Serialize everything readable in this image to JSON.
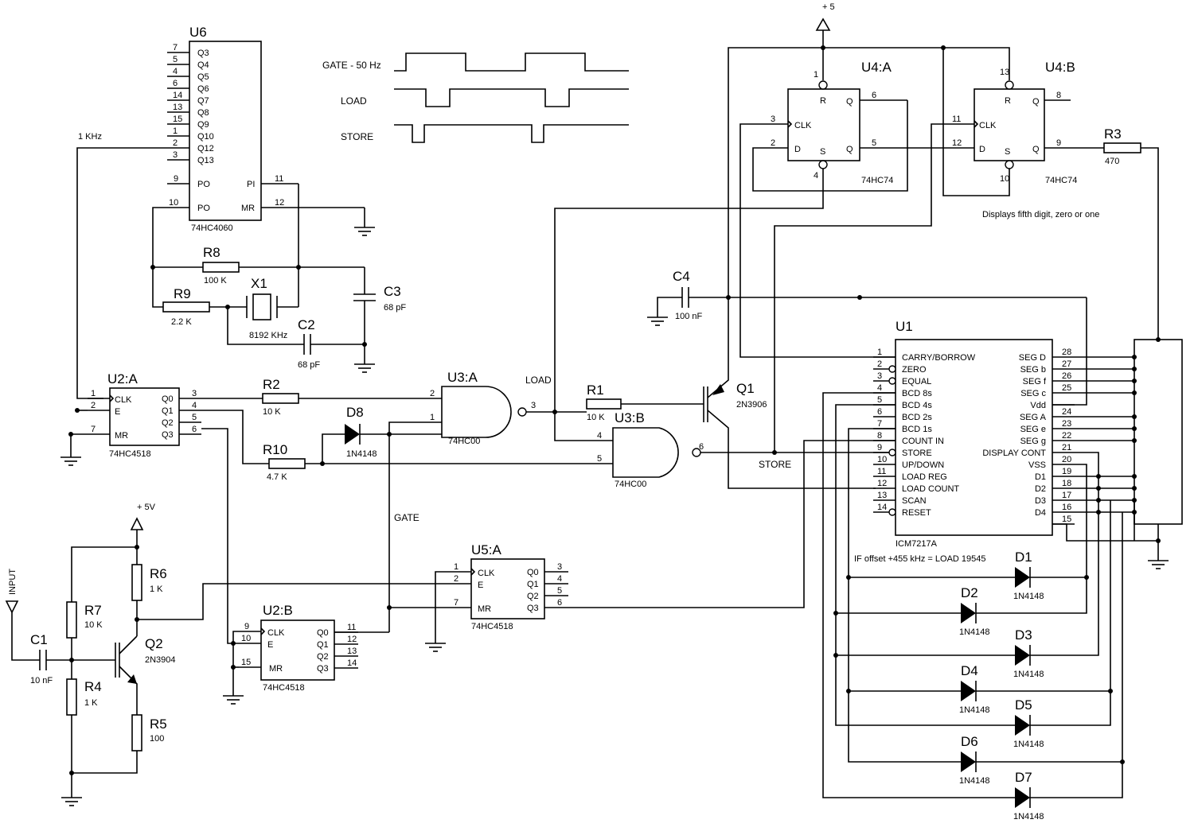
{
  "title_rail": "+ 5",
  "vcc_label": "+ 5V",
  "input_label": "INPUT",
  "timing": {
    "gate": "GATE - 50 Hz",
    "load": "LOAD",
    "store": "STORE"
  },
  "net_labels": {
    "khz": "1 KHz",
    "load": "LOAD",
    "gate": "GATE",
    "store": "STORE",
    "note_r3": "Displays fifth digit, zero or one",
    "note_offset": "IF offset +455 kHz = LOAD 19545"
  },
  "u6": {
    "ref": "U6",
    "part": "74HC4060",
    "left": [
      {
        "num": "7",
        "name": "Q3"
      },
      {
        "num": "5",
        "name": "Q4"
      },
      {
        "num": "4",
        "name": "Q5"
      },
      {
        "num": "6",
        "name": "Q6"
      },
      {
        "num": "14",
        "name": "Q7"
      },
      {
        "num": "13",
        "name": "Q8"
      },
      {
        "num": "15",
        "name": "Q9"
      },
      {
        "num": "1",
        "name": "Q10"
      },
      {
        "num": "2",
        "name": "Q12"
      },
      {
        "num": "3",
        "name": "Q13"
      }
    ],
    "po_num": "9",
    "po": "PO",
    "po2_num": "10",
    "po2": "PO",
    "pi_num": "11",
    "pi": "PI",
    "mr_num": "12",
    "mr": "MR"
  },
  "u2a": {
    "ref": "U2:A",
    "part": "74HC4518",
    "clk_num": "1",
    "clk": "CLK",
    "e_num": "2",
    "e": "E",
    "mr_num": "7",
    "mr": "MR",
    "out": [
      {
        "num": "3",
        "name": "Q0"
      },
      {
        "num": "4",
        "name": "Q1"
      },
      {
        "num": "5",
        "name": "Q2"
      },
      {
        "num": "6",
        "name": "Q3"
      }
    ]
  },
  "u2b": {
    "ref": "U2:B",
    "part": "74HC4518",
    "clk_num": "9",
    "clk": "CLK",
    "e_num": "10",
    "e": "E",
    "mr_num": "15",
    "mr": "MR",
    "out": [
      {
        "num": "11",
        "name": "Q0"
      },
      {
        "num": "12",
        "name": "Q1"
      },
      {
        "num": "13",
        "name": "Q2"
      },
      {
        "num": "14",
        "name": "Q3"
      }
    ]
  },
  "u5a": {
    "ref": "U5:A",
    "part": "74HC4518",
    "clk_num": "1",
    "clk": "CLK",
    "e_num": "2",
    "e": "E",
    "mr_num": "7",
    "mr": "MR",
    "out": [
      {
        "num": "3",
        "name": "Q0"
      },
      {
        "num": "4",
        "name": "Q1"
      },
      {
        "num": "5",
        "name": "Q2"
      },
      {
        "num": "6",
        "name": "Q3"
      }
    ]
  },
  "u3a": {
    "ref": "U3:A",
    "part": "74HC00",
    "in1": "2",
    "in2": "1",
    "out": "3"
  },
  "u3b": {
    "ref": "U3:B",
    "part": "74HC00",
    "in1": "4",
    "in2": "5",
    "out": "6"
  },
  "u4a": {
    "ref": "U4:A",
    "part": "74HC74",
    "r_num": "1",
    "r": "R",
    "clk_num": "3",
    "clk": "CLK",
    "d_num": "2",
    "d": "D",
    "s_num": "4",
    "s": "S",
    "q_num": "6",
    "q": "Q",
    "qn_num": "5",
    "qn": "Q"
  },
  "u4b": {
    "ref": "U4:B",
    "part": "74HC74",
    "r_num": "13",
    "r": "R",
    "clk_num": "11",
    "clk": "CLK",
    "d_num": "12",
    "d": "D",
    "s_num": "10",
    "s": "S",
    "q_num": "8",
    "q": "Q",
    "qn_num": "9",
    "qn": "Q"
  },
  "u1": {
    "ref": "U1",
    "part": "ICM7217A",
    "left": [
      {
        "num": "1",
        "name": "CARRY/BORROW"
      },
      {
        "num": "2",
        "name": "ZERO"
      },
      {
        "num": "3",
        "name": "EQUAL"
      },
      {
        "num": "4",
        "name": "BCD 8s"
      },
      {
        "num": "5",
        "name": "BCD 4s"
      },
      {
        "num": "6",
        "name": "BCD 2s"
      },
      {
        "num": "7",
        "name": "BCD 1s"
      },
      {
        "num": "8",
        "name": "COUNT IN"
      },
      {
        "num": "9",
        "name": "STORE"
      },
      {
        "num": "10",
        "name": "UP/DOWN"
      },
      {
        "num": "11",
        "name": "LOAD REG"
      },
      {
        "num": "12",
        "name": "LOAD COUNT"
      },
      {
        "num": "13",
        "name": "SCAN"
      },
      {
        "num": "14",
        "name": "RESET"
      }
    ],
    "right": [
      {
        "num": "28",
        "name": "SEG D"
      },
      {
        "num": "27",
        "name": "SEG b"
      },
      {
        "num": "26",
        "name": "SEG f"
      },
      {
        "num": "25",
        "name": "SEG c"
      },
      {
        "num": "",
        "name": "Vdd"
      },
      {
        "num": "24",
        "name": "SEG A"
      },
      {
        "num": "23",
        "name": "SEG e"
      },
      {
        "num": "22",
        "name": "SEG g"
      },
      {
        "num": "21",
        "name": "DISPLAY CONT"
      },
      {
        "num": "20",
        "name": "VSS"
      },
      {
        "num": "19",
        "name": "D1"
      },
      {
        "num": "18",
        "name": "D2"
      },
      {
        "num": "17",
        "name": "D3"
      },
      {
        "num": "16",
        "name": "D4"
      },
      {
        "num": "15",
        "name": ""
      }
    ]
  },
  "q1": {
    "ref": "Q1",
    "part": "2N3906"
  },
  "q2": {
    "ref": "Q2",
    "part": "2N3904"
  },
  "x1": {
    "ref": "X1",
    "value": "8192 KHz"
  },
  "resistors": {
    "r1": {
      "ref": "R1",
      "value": "10 K"
    },
    "r2": {
      "ref": "R2",
      "value": "10 K"
    },
    "r3": {
      "ref": "R3",
      "value": "470"
    },
    "r4": {
      "ref": "R4",
      "value": "1 K"
    },
    "r5": {
      "ref": "R5",
      "value": "100"
    },
    "r6": {
      "ref": "R6",
      "value": "1 K"
    },
    "r7": {
      "ref": "R7",
      "value": "10 K"
    },
    "r8": {
      "ref": "R8",
      "value": "100 K"
    },
    "r9": {
      "ref": "R9",
      "value": "2.2 K"
    },
    "r10": {
      "ref": "R10",
      "value": "4.7 K"
    }
  },
  "capacitors": {
    "c1": {
      "ref": "C1",
      "value": "10 nF"
    },
    "c2": {
      "ref": "C2",
      "value": "68 pF"
    },
    "c3": {
      "ref": "C3",
      "value": "68 pF"
    },
    "c4": {
      "ref": "C4",
      "value": "100 nF"
    }
  },
  "diodes": {
    "d1": {
      "ref": "D1",
      "part": "1N4148"
    },
    "d2": {
      "ref": "D2",
      "part": "1N4148"
    },
    "d3": {
      "ref": "D3",
      "part": "1N4148"
    },
    "d4": {
      "ref": "D4",
      "part": "1N4148"
    },
    "d5": {
      "ref": "D5",
      "part": "1N4148"
    },
    "d6": {
      "ref": "D6",
      "part": "1N4148"
    },
    "d7": {
      "ref": "D7",
      "part": "1N4148"
    },
    "d8": {
      "ref": "D8",
      "part": "1N4148"
    }
  }
}
